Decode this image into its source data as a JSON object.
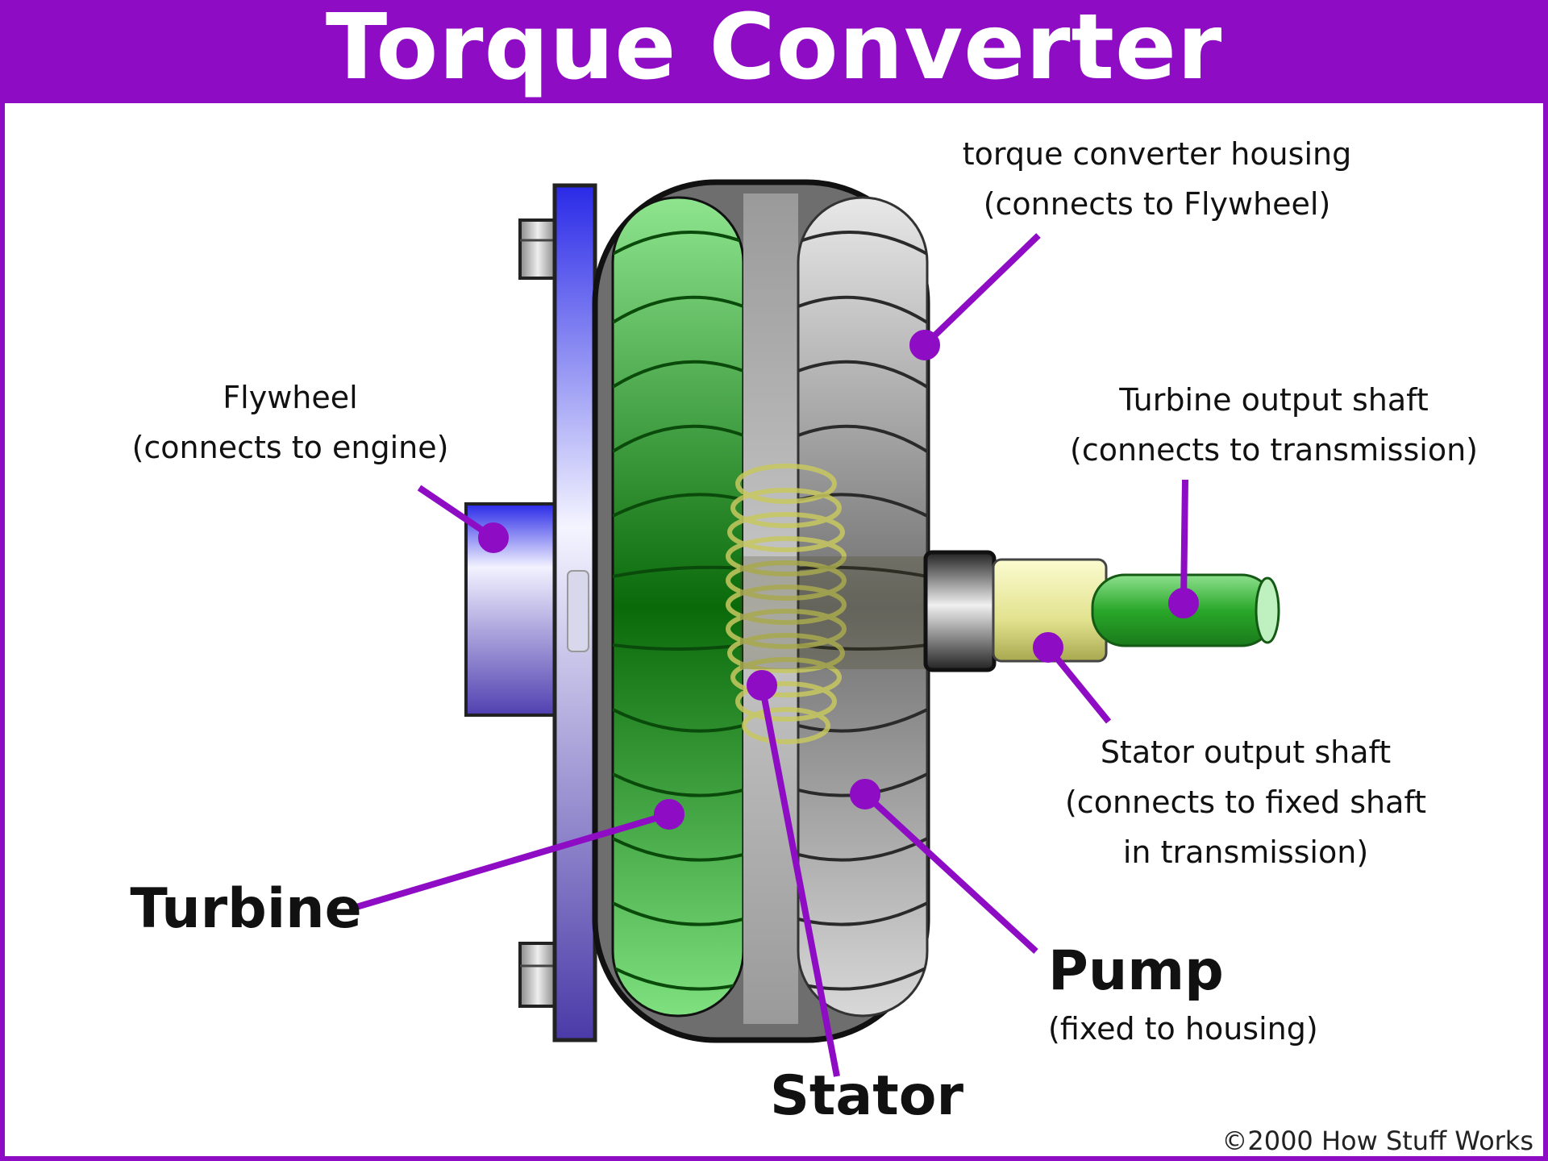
{
  "title": "Torque Converter",
  "colors": {
    "brand_purple": "#8e0cc4",
    "turbine_green": "#1aa31a",
    "flywheel_blue": "#3b34e6",
    "housing_gray": "#8c8c8c",
    "stator_shaft_yellow": "#e4e49a",
    "turbine_shaft_green": "#36b836"
  },
  "labels": {
    "housing": {
      "line1": "torque converter housing",
      "line2": "(connects to Flywheel)"
    },
    "flywheel": {
      "line1": "Flywheel",
      "line2": "(connects to engine)"
    },
    "turbine_shaft": {
      "line1": "Turbine output shaft",
      "line2": "(connects to transmission)"
    },
    "stator_shaft": {
      "line1": "Stator output shaft",
      "line2": "(connects to fixed shaft",
      "line3": "in transmission)"
    },
    "turbine": "Turbine",
    "pump": {
      "line1": "Pump",
      "line2": "(fixed to housing)"
    },
    "stator": "Stator"
  },
  "copyright": "©2000 How Stuff Works"
}
